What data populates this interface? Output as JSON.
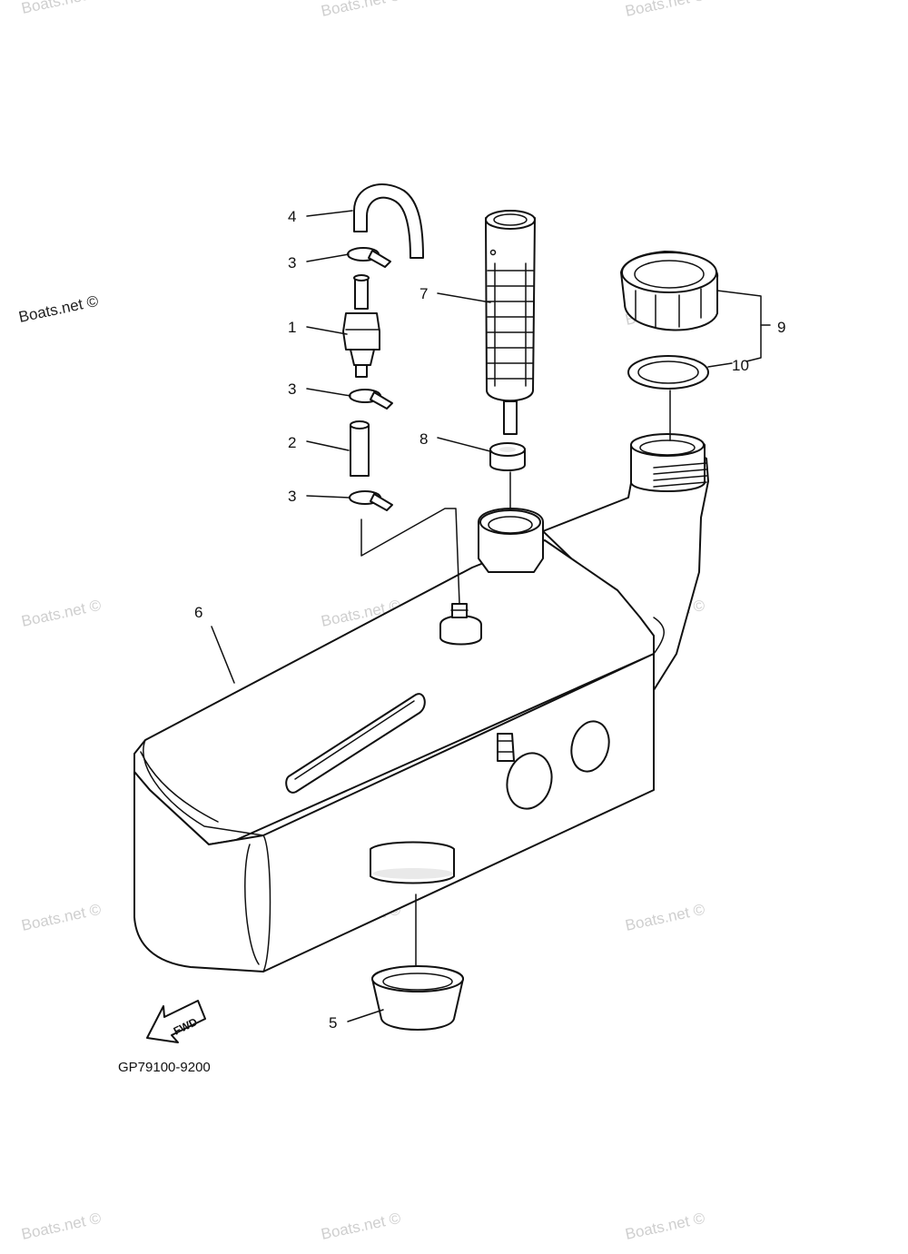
{
  "watermark": {
    "text": "Boats.net ©",
    "prominent_text": "Boats.net ©"
  },
  "diagram_code": "GP79100-9200",
  "orientation_marker": "FWD",
  "callouts": {
    "p1": "1",
    "p2": "2",
    "p3a": "3",
    "p3b": "3",
    "p3c": "3",
    "p4": "4",
    "p5": "5",
    "p6": "6",
    "p7": "7",
    "p8": "8",
    "p9": "9",
    "p10": "10"
  }
}
